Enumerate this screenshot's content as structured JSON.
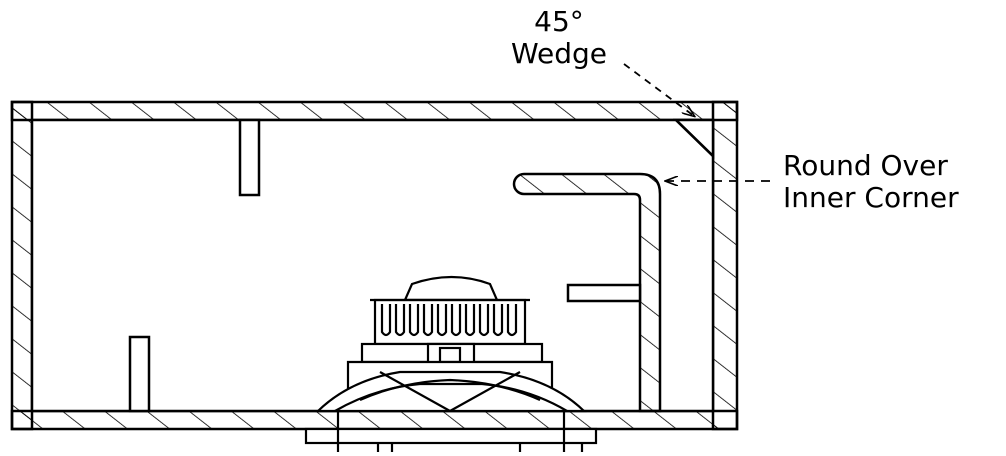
{
  "labels": {
    "wedge_line1": "45°",
    "wedge_line2": "Wedge",
    "roundover_line1": "Round Over",
    "roundover_line2": "Inner Corner"
  },
  "colors": {
    "ink": "#000000",
    "background": "#ffffff"
  }
}
